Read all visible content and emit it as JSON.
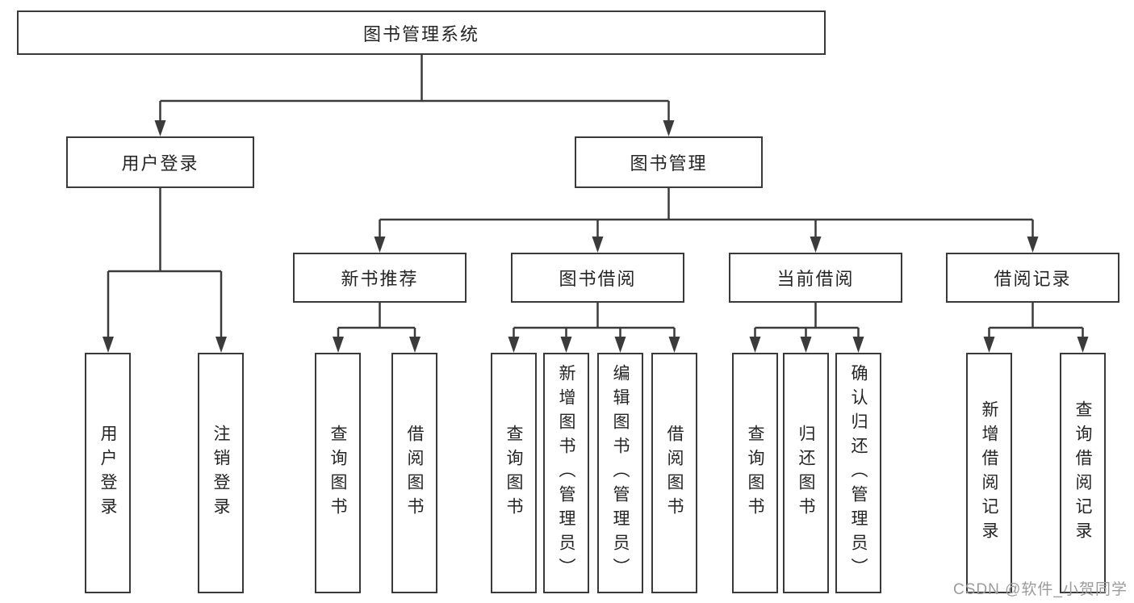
{
  "tree": {
    "label": "图书管理系统",
    "children": [
      {
        "label": "用户登录",
        "children": [
          {
            "label": "用户登录"
          },
          {
            "label": "注销登录"
          }
        ]
      },
      {
        "label": "图书管理",
        "children": [
          {
            "label": "新书推荐",
            "children": [
              {
                "label": "查询图书"
              },
              {
                "label": "借阅图书"
              }
            ]
          },
          {
            "label": "图书借阅",
            "children": [
              {
                "label": "查询图书"
              },
              {
                "label": "新增图书（管理员）"
              },
              {
                "label": "编辑图书（管理员）"
              },
              {
                "label": "借阅图书"
              }
            ]
          },
          {
            "label": "当前借阅",
            "children": [
              {
                "label": "查询图书"
              },
              {
                "label": "归还图书"
              },
              {
                "label": "确认归还（管理员）"
              }
            ]
          },
          {
            "label": "借阅记录",
            "children": [
              {
                "label": "新增借阅记录"
              },
              {
                "label": "查询借阅记录"
              }
            ]
          }
        ]
      }
    ]
  },
  "watermark": "CSDN @软件_小贺同学",
  "colors": {
    "line": "#3b3b3b",
    "box_border": "#3a3a3a",
    "text": "#252525",
    "watermark": "#9b9b9b",
    "background": "#ffffff"
  }
}
